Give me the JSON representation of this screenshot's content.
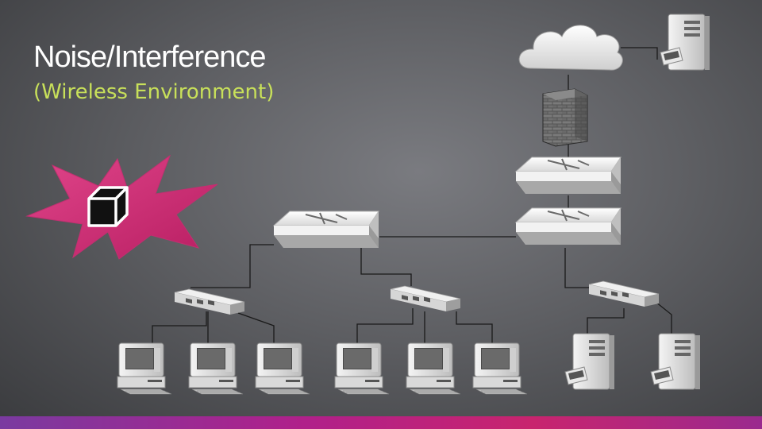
{
  "title": "Noise/Interference",
  "subtitle": "(Wireless Environment)",
  "colors": {
    "subtitle": "#c8e05a",
    "burst": "#d2327a",
    "bar_start": "#7a3aa0",
    "bar_end": "#c8246e"
  },
  "icons": [
    "cloud-icon",
    "server-icon",
    "firewall-icon",
    "switch-icon",
    "hub-icon",
    "desktop-computer-icon",
    "cube-icon",
    "burst-shape"
  ]
}
